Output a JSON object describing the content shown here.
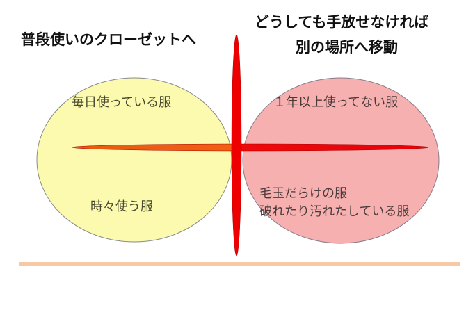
{
  "titles": {
    "left": "普段使いのクローゼットへ",
    "right_line1": "どうしても手放せなければ",
    "right_line2": "別の場所へ移動"
  },
  "left_circle": {
    "top_label": "毎日使っている服",
    "bottom_label": "時々使う服",
    "color": "#fbfaae"
  },
  "right_circle": {
    "top_label": "１年以上使ってない服",
    "bottom_label_line1": "毛玉だらけの服",
    "bottom_label_line2": "破れたり汚れたしている服",
    "color": "#f7b0b0"
  },
  "colors": {
    "spike_red": "#ee0000",
    "spike_orange": "#f06010",
    "baseline": "#f7c8a4"
  }
}
